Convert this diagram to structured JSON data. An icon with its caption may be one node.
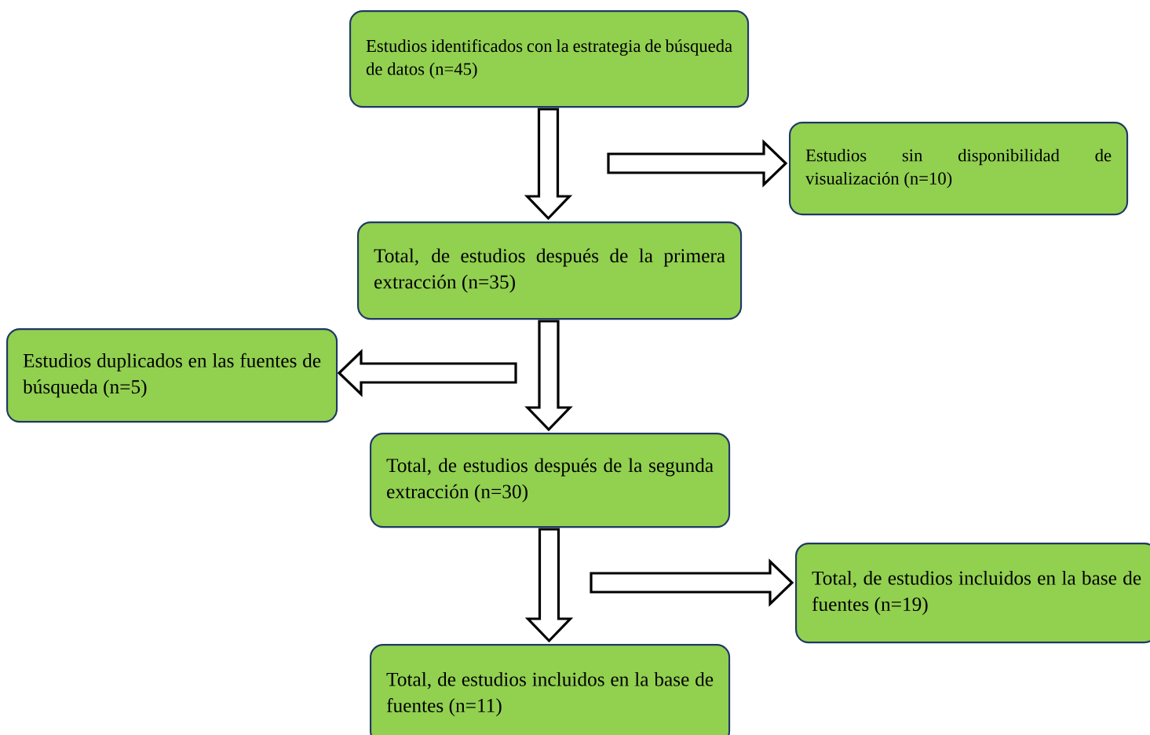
{
  "diagram": {
    "nodes": [
      {
        "text": [
          "Estudios identificados con la estrategia de búsqueda de datos (n=45)"
        ]
      },
      {
        "text": [
          "Estudios sin disponibilidad de visualización (n=10)"
        ]
      },
      {
        "text": [
          "Total, de estudios después de la primera extracción (n=35)"
        ]
      },
      {
        "text": [
          "Estudios duplicados en las fuentes de búsqueda (n=5)"
        ]
      },
      {
        "text": [
          "Total, de estudios después de la segunda extracción (n=30)"
        ]
      },
      {
        "text": [
          "Total, de estudios incluidos en la base de fuentes (n=19)"
        ]
      },
      {
        "text": [
          "Total, de estudios incluidos en la base de fuentes (n=11)"
        ]
      }
    ],
    "edges": [
      {
        "from": 0,
        "to": 2,
        "arrow": "to"
      },
      {
        "from": 2,
        "to": 4,
        "arrow": "to"
      },
      {
        "from": 4,
        "to": 6,
        "arrow": "to"
      },
      {
        "from": null,
        "to": 1,
        "arrow": "to"
      },
      {
        "from": null,
        "to": 3,
        "arrow": "to"
      },
      {
        "from": null,
        "to": 5,
        "arrow": "to"
      }
    ]
  }
}
